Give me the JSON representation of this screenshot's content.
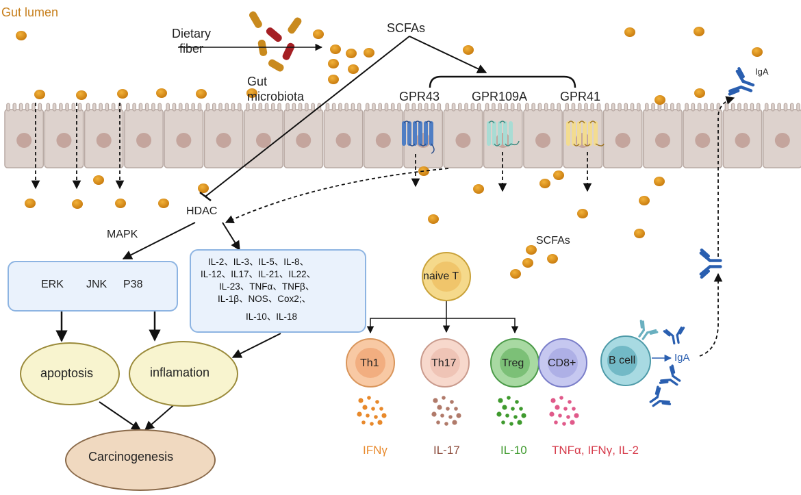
{
  "labels": {
    "gut_lumen": "Gut lumen",
    "dietary_fiber": "Dietary\nfiber",
    "gut_microbiota": "Gut\nmicrobiota",
    "scfas_top": "SCFAs",
    "scfas_mid": "SCFAs",
    "gpr43": "GPR43",
    "gpr109a": "GPR109A",
    "gpr41": "GPR41",
    "iga_top": "IgA",
    "iga_b": "IgA",
    "hdac": "HDAC",
    "mapk": "MAPK"
  },
  "mapk_box": {
    "erk": "ERK",
    "jnk": "JNK",
    "p38": "P38"
  },
  "cytokine_box": {
    "line1": "IL-2、IL-3、IL-5、IL-8、",
    "line2": "IL-12、IL17、IL-21、IL22、",
    "line3": "IL-23、TNFα、TNFβ、",
    "line4": "IL-1β、NOS、Cox2;、",
    "line5": "IL-10、IL-18"
  },
  "outcomes": {
    "apoptosis": "apoptosis",
    "inflamation": "inflamation",
    "carcinogenesis": "Carcinogenesis"
  },
  "cells": {
    "naive_t": "naive T",
    "th1": "Th1",
    "th17": "Th17",
    "treg": "Treg",
    "cd8": "CD8+",
    "b_cell": "B cell"
  },
  "secreted": {
    "th1": "IFNγ",
    "th17": "IL-17",
    "treg": "IL-10",
    "cd8": "TNFα, IFNγ, IL-2"
  },
  "colors": {
    "scfa": "#d98c17",
    "lumen_text": "#c77f1c",
    "ifng": "#e8892b",
    "il17": "#8b4a3a",
    "il10": "#3f9a2e",
    "cd8_text": "#d63a4a",
    "down_arrow": "#7a3a1a",
    "up_arrow": "#7a3a1a",
    "antibody": "#2a5fb0"
  }
}
